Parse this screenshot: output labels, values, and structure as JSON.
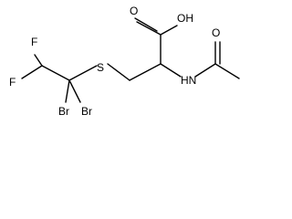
{
  "molecule": {
    "atoms": {
      "f_top": "F",
      "f_left": "F",
      "sulfur": "S",
      "br_left": "Br",
      "br_right": "Br",
      "acid_oxygen": "O",
      "hydroxyl": "OH",
      "amide_nh": "HN",
      "amide_oxygen": "O"
    }
  }
}
